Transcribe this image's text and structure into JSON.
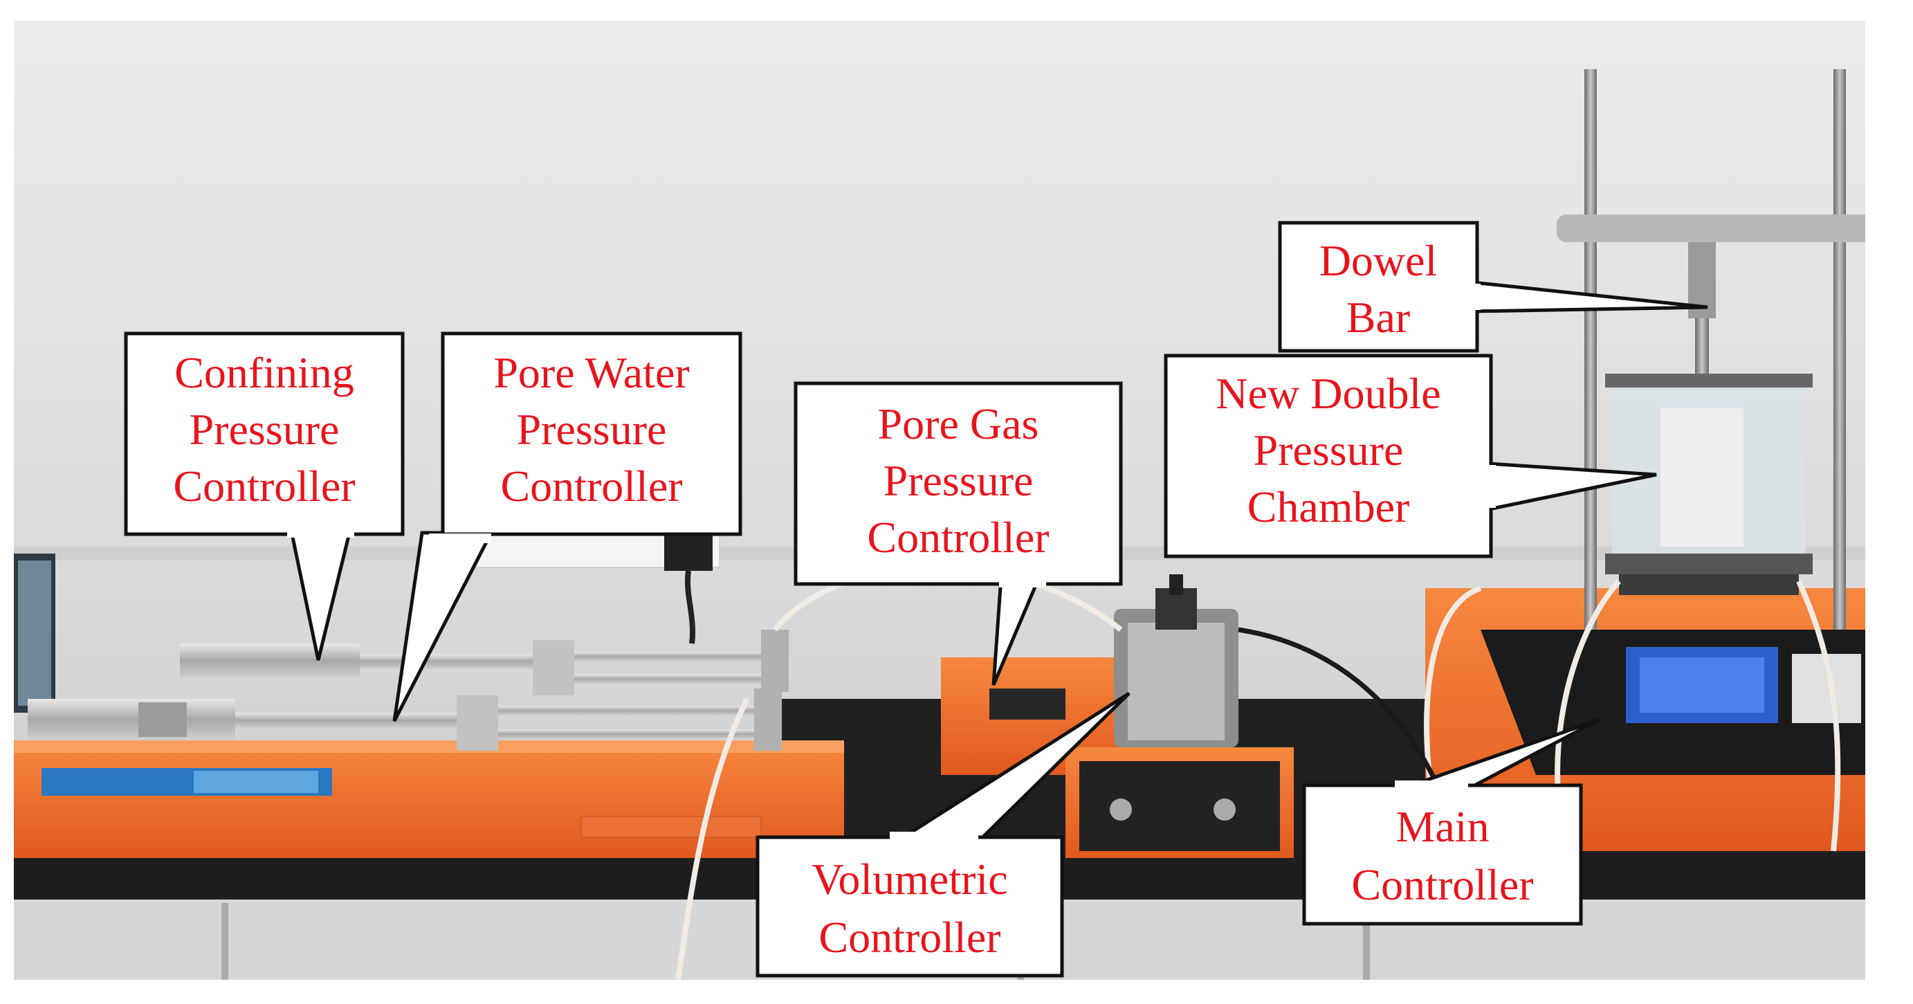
{
  "labels": {
    "confining": [
      "Confining",
      "Pressure",
      "Controller"
    ],
    "pore_water": [
      "Pore Water",
      "Pressure",
      "Controller"
    ],
    "pore_gas": [
      "Pore Gas",
      "Pressure",
      "Controller"
    ],
    "dowel_bar": [
      "Dowel",
      "Bar"
    ],
    "chamber": [
      "New Double",
      "Pressure",
      "Chamber"
    ],
    "volumetric": [
      "Volumetric",
      "Controller"
    ],
    "main": [
      "Main",
      "Controller"
    ]
  },
  "colors": {
    "label_text": "#e8141c",
    "wall": "#dcdcdc",
    "orange": "#f26a2a",
    "bench": "#1e1e1e"
  }
}
